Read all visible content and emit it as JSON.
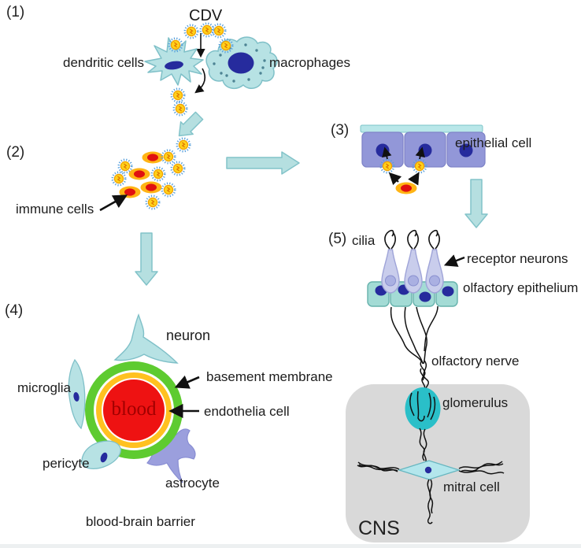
{
  "title": "CDV infection pathway diagram",
  "labels": {
    "step1": "(1)",
    "step2": "(2)",
    "step3": "(3)",
    "step4": "(4)",
    "step5": "(5)",
    "cdv": "CDV",
    "dendritic_cells": "dendritic cells",
    "macrophages": "macrophages",
    "immune_cells": "immune cells",
    "epithelial_cell": "epithelial cell",
    "cilia": "cilia",
    "receptor_neurons": "receptor neurons",
    "olfactory_epithelium": "olfactory epithelium",
    "olfactory_nerve": "olfactory nerve",
    "glomerulus": "glomerulus",
    "mitral_cell": "mitral cell",
    "cns": "CNS",
    "neuron": "neuron",
    "microglia": "microglia",
    "basement_membrane": "basement membrane",
    "endothelia_cell": "endothelia cell",
    "blood": "blood",
    "pericyte": "pericyte",
    "astrocyte": "astrocyte",
    "blood_brain_barrier": "blood-brain barrier"
  },
  "colors": {
    "cell_body_teal": "#b7e2e4",
    "nucleus_navy": "#272c9e",
    "virus_core_yellow": "#ffd21b",
    "virus_spike_blue": "#58a0dc",
    "immune_cell_orange": "#ffb414",
    "immune_cell_core_red": "#e01010",
    "epithelial_purple": "#9297d8",
    "block_arrow_teal": "#b5dfe0",
    "olfactory_epithelium_teal": "#a3dbd5",
    "receptor_neuron_lavender": "#c9cdec",
    "glomerulus_teal": "#2abfc8",
    "mitral_cell_cyan": "#b3e6ec",
    "cns_box_gray": "#d9d9d9",
    "basement_membrane_green": "#5ecb30",
    "endothelia_orange": "#ffc120",
    "blood_red": "#ee1212",
    "astrocyte_purple": "#9b9fdd",
    "blood_text": "#a00000"
  }
}
